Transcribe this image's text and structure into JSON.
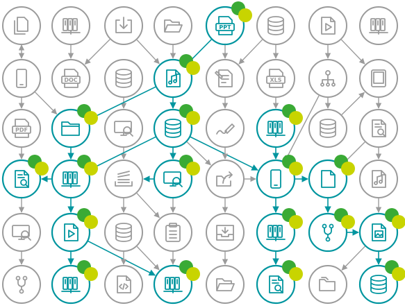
{
  "colors": {
    "inactive": "#9b9b9b",
    "active": "#00959f",
    "dot_green": "#3aaa35",
    "dot_lime": "#c8d400",
    "background": "#ffffff"
  },
  "nodes": [
    {
      "id": "n-r0c0",
      "row": 0,
      "col": 0,
      "icon": "documents-icon",
      "active": false
    },
    {
      "id": "n-r0c1",
      "row": 0,
      "col": 1,
      "icon": "server-rack-icon",
      "active": false
    },
    {
      "id": "n-r0c2",
      "row": 0,
      "col": 2,
      "icon": "inbox-download-icon",
      "active": false
    },
    {
      "id": "n-r0c3",
      "row": 0,
      "col": 3,
      "icon": "folder-open-icon",
      "active": false
    },
    {
      "id": "n-r0c4",
      "row": 0,
      "col": 4,
      "icon": "ppt-file-icon",
      "active": true,
      "label": "PPT"
    },
    {
      "id": "n-r0c5",
      "row": 0,
      "col": 5,
      "icon": "database-icon",
      "active": false
    },
    {
      "id": "n-r0c6",
      "row": 0,
      "col": 6,
      "icon": "video-file-icon",
      "active": false
    },
    {
      "id": "n-r0c7",
      "row": 0,
      "col": 7,
      "icon": "server-rack-icon",
      "active": false
    },
    {
      "id": "n-r1c0",
      "row": 1,
      "col": 0,
      "icon": "smartphone-icon",
      "active": false
    },
    {
      "id": "n-r1c1",
      "row": 1,
      "col": 1,
      "icon": "doc-file-icon",
      "active": false,
      "label": "DOC"
    },
    {
      "id": "n-r1c2",
      "row": 1,
      "col": 2,
      "icon": "database-icon",
      "active": false
    },
    {
      "id": "n-r1c3",
      "row": 1,
      "col": 3,
      "icon": "music-file-icon",
      "active": true
    },
    {
      "id": "n-r1c4",
      "row": 1,
      "col": 4,
      "icon": "edit-document-icon",
      "active": false
    },
    {
      "id": "n-r1c5",
      "row": 1,
      "col": 5,
      "icon": "xls-file-icon",
      "active": false,
      "label": "XLS"
    },
    {
      "id": "n-r1c6",
      "row": 1,
      "col": 6,
      "icon": "hierarchy-icon",
      "active": false
    },
    {
      "id": "n-r1c7",
      "row": 1,
      "col": 7,
      "icon": "tablet-icon",
      "active": false
    },
    {
      "id": "n-r2c0",
      "row": 2,
      "col": 0,
      "icon": "pdf-file-icon",
      "active": false,
      "label": "PDF"
    },
    {
      "id": "n-r2c1",
      "row": 2,
      "col": 1,
      "icon": "folder-icon",
      "active": true
    },
    {
      "id": "n-r2c2",
      "row": 2,
      "col": 2,
      "icon": "monitor-search-icon",
      "active": false
    },
    {
      "id": "n-r2c3",
      "row": 2,
      "col": 3,
      "icon": "database-icon",
      "active": true
    },
    {
      "id": "n-r2c4",
      "row": 2,
      "col": 4,
      "icon": "pen-sign-icon",
      "active": false
    },
    {
      "id": "n-r2c5",
      "row": 2,
      "col": 5,
      "icon": "server-rack-icon",
      "active": true
    },
    {
      "id": "n-r2c6",
      "row": 2,
      "col": 6,
      "icon": "database-icon",
      "active": false
    },
    {
      "id": "n-r2c7",
      "row": 2,
      "col": 7,
      "icon": "document-search-icon",
      "active": false
    },
    {
      "id": "n-r3c0",
      "row": 3,
      "col": 0,
      "icon": "document-search-icon",
      "active": true
    },
    {
      "id": "n-r3c1",
      "row": 3,
      "col": 1,
      "icon": "server-rack-icon",
      "active": true
    },
    {
      "id": "n-r3c2",
      "row": 3,
      "col": 2,
      "icon": "stack-tray-icon",
      "active": false
    },
    {
      "id": "n-r3c3",
      "row": 3,
      "col": 3,
      "icon": "monitor-search-icon",
      "active": true
    },
    {
      "id": "n-r3c4",
      "row": 3,
      "col": 4,
      "icon": "share-export-icon",
      "active": false
    },
    {
      "id": "n-r3c5",
      "row": 3,
      "col": 5,
      "icon": "smartphone-icon",
      "active": true
    },
    {
      "id": "n-r3c6",
      "row": 3,
      "col": 6,
      "icon": "blank-file-icon",
      "active": true
    },
    {
      "id": "n-r3c7",
      "row": 3,
      "col": 7,
      "icon": "music-file-icon",
      "active": false
    },
    {
      "id": "n-r4c0",
      "row": 4,
      "col": 0,
      "icon": "monitor-search-icon",
      "active": false
    },
    {
      "id": "n-r4c1",
      "row": 4,
      "col": 1,
      "icon": "video-file-icon",
      "active": true
    },
    {
      "id": "n-r4c2",
      "row": 4,
      "col": 2,
      "icon": "database-icon",
      "active": false
    },
    {
      "id": "n-r4c3",
      "row": 4,
      "col": 3,
      "icon": "clipboard-icon",
      "active": false
    },
    {
      "id": "n-r4c4",
      "row": 4,
      "col": 4,
      "icon": "download-box-icon",
      "active": false
    },
    {
      "id": "n-r4c5",
      "row": 4,
      "col": 5,
      "icon": "server-rack-icon",
      "active": true
    },
    {
      "id": "n-r4c6",
      "row": 4,
      "col": 6,
      "icon": "git-branch-icon",
      "active": true
    },
    {
      "id": "n-r4c7",
      "row": 4,
      "col": 7,
      "icon": "image-file-icon",
      "active": true
    },
    {
      "id": "n-r5c0",
      "row": 5,
      "col": 0,
      "icon": "git-branch-icon",
      "active": false
    },
    {
      "id": "n-r5c1",
      "row": 5,
      "col": 1,
      "icon": "server-rack-icon",
      "active": true
    },
    {
      "id": "n-r5c2",
      "row": 5,
      "col": 2,
      "icon": "code-file-icon",
      "active": false
    },
    {
      "id": "n-r5c3",
      "row": 5,
      "col": 3,
      "icon": "server-rack-icon",
      "active": true
    },
    {
      "id": "n-r5c4",
      "row": 5,
      "col": 4,
      "icon": "folder-open-icon",
      "active": false
    },
    {
      "id": "n-r5c5",
      "row": 5,
      "col": 5,
      "icon": "document-search-icon",
      "active": true
    },
    {
      "id": "n-r5c6",
      "row": 5,
      "col": 6,
      "icon": "folder-stack-icon",
      "active": false
    },
    {
      "id": "n-r5c7",
      "row": 5,
      "col": 7,
      "icon": "database-icon",
      "active": true
    }
  ],
  "edges": [
    {
      "from": "n-r0c0",
      "to": "n-r1c0",
      "active": false,
      "bidirectional": true
    },
    {
      "from": "n-r0c1",
      "to": "n-r1c1",
      "active": false
    },
    {
      "from": "n-r0c2",
      "to": "n-r1c1",
      "active": false
    },
    {
      "from": "n-r0c2",
      "to": "n-r1c3",
      "active": false
    },
    {
      "from": "n-r0c3",
      "to": "n-r1c3",
      "active": false
    },
    {
      "from": "n-r0c4",
      "to": "n-r1c3",
      "active": true
    },
    {
      "from": "n-r0c4",
      "to": "n-r1c4",
      "active": false
    },
    {
      "from": "n-r0c5",
      "to": "n-r1c4",
      "active": false
    },
    {
      "from": "n-r0c5",
      "to": "n-r1c5",
      "active": false
    },
    {
      "from": "n-r0c6",
      "to": "n-r1c6",
      "active": false
    },
    {
      "from": "n-r0c6",
      "to": "n-r1c7",
      "active": false
    },
    {
      "from": "n-r1c0",
      "to": "n-r2c0",
      "active": false
    },
    {
      "from": "n-r1c0",
      "to": "n-r2c1",
      "active": false
    },
    {
      "from": "n-r1c2",
      "to": "n-r2c2",
      "active": false
    },
    {
      "from": "n-r1c3",
      "to": "n-r2c1",
      "active": true
    },
    {
      "from": "n-r1c3",
      "to": "n-r2c3",
      "active": true
    },
    {
      "from": "n-r1c4",
      "to": "n-r2c4",
      "active": false
    },
    {
      "from": "n-r1c5",
      "to": "n-r2c5",
      "active": false
    },
    {
      "from": "n-r1c6",
      "to": "n-r2c6",
      "active": false
    },
    {
      "from": "n-r1c6",
      "to": "n-r3c5",
      "active": false
    },
    {
      "from": "n-r1c7",
      "to": "n-r2c7",
      "active": false
    },
    {
      "from": "n-r2c6",
      "to": "n-r1c7",
      "active": false
    },
    {
      "from": "n-r2c0",
      "to": "n-r3c0",
      "active": false
    },
    {
      "from": "n-r2c1",
      "to": "n-r3c1",
      "active": true
    },
    {
      "from": "n-r2c2",
      "to": "n-r3c2",
      "active": false
    },
    {
      "from": "n-r2c3",
      "to": "n-r3c1",
      "active": true
    },
    {
      "from": "n-r2c3",
      "to": "n-r3c3",
      "active": true
    },
    {
      "from": "n-r2c3",
      "to": "n-r3c4",
      "active": false
    },
    {
      "from": "n-r2c3",
      "to": "n-r3c5",
      "active": true
    },
    {
      "from": "n-r2c4",
      "to": "n-r3c4",
      "active": false
    },
    {
      "from": "n-r2c5",
      "to": "n-r3c5",
      "active": true
    },
    {
      "from": "n-r2c7",
      "to": "n-r3c6",
      "active": false
    },
    {
      "from": "n-r2c7",
      "to": "n-r3c7",
      "active": false
    },
    {
      "from": "n-r3c1",
      "to": "n-r3c0",
      "active": true
    },
    {
      "from": "n-r3c0",
      "to": "n-r4c0",
      "active": false
    },
    {
      "from": "n-r3c1",
      "to": "n-r4c1",
      "active": true
    },
    {
      "from": "n-r3c2",
      "to": "n-r4c2",
      "active": false
    },
    {
      "from": "n-r3c2",
      "to": "n-r4c3",
      "active": false
    },
    {
      "from": "n-r3c3",
      "to": "n-r3c2",
      "active": true
    },
    {
      "from": "n-r3c3",
      "to": "n-r4c3",
      "active": false
    },
    {
      "from": "n-r3c4",
      "to": "n-r3c5",
      "active": false
    },
    {
      "from": "n-r3c4",
      "to": "n-r4c4",
      "active": false
    },
    {
      "from": "n-r3c5",
      "to": "n-r3c6",
      "active": true
    },
    {
      "from": "n-r3c5",
      "to": "n-r4c5",
      "active": true
    },
    {
      "from": "n-r3c6",
      "to": "n-r4c6",
      "active": true
    },
    {
      "from": "n-r3c7",
      "to": "n-r4c7",
      "active": false
    },
    {
      "from": "n-r4c0",
      "to": "n-r5c0",
      "active": false
    },
    {
      "from": "n-r4c1",
      "to": "n-r5c1",
      "active": true
    },
    {
      "from": "n-r4c1",
      "to": "n-r5c3",
      "active": true
    },
    {
      "from": "n-r4c2",
      "to": "n-r5c2",
      "active": false
    },
    {
      "from": "n-r4c2",
      "to": "n-r5c3",
      "active": false
    },
    {
      "from": "n-r4c3",
      "to": "n-r5c3",
      "active": false
    },
    {
      "from": "n-r4c4",
      "to": "n-r5c4",
      "active": false
    },
    {
      "from": "n-r4c5",
      "to": "n-r5c5",
      "active": true
    },
    {
      "from": "n-r4c6",
      "to": "n-r4c7",
      "active": true
    },
    {
      "from": "n-r4c7",
      "to": "n-r5c6",
      "active": false
    },
    {
      "from": "n-r4c7",
      "to": "n-r5c7",
      "active": true
    }
  ]
}
